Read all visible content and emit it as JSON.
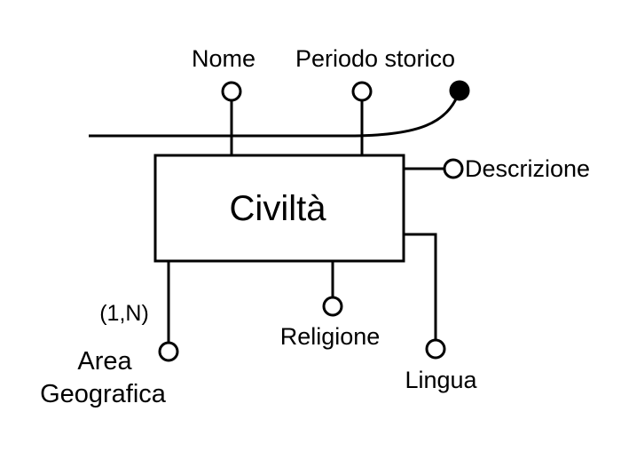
{
  "entity": {
    "name": "Civiltà"
  },
  "attributes": {
    "nome": "Nome",
    "periodo_storico": "Periodo storico",
    "descrizione": "Descrizione",
    "religione": "Religione",
    "lingua": "Lingua",
    "area_geografica_line1": "Area",
    "area_geografica_line2": "Geografica",
    "area_geografica_cardinality": "(1,N)"
  },
  "colors": {
    "stroke": "#000000",
    "background": "#ffffff"
  }
}
